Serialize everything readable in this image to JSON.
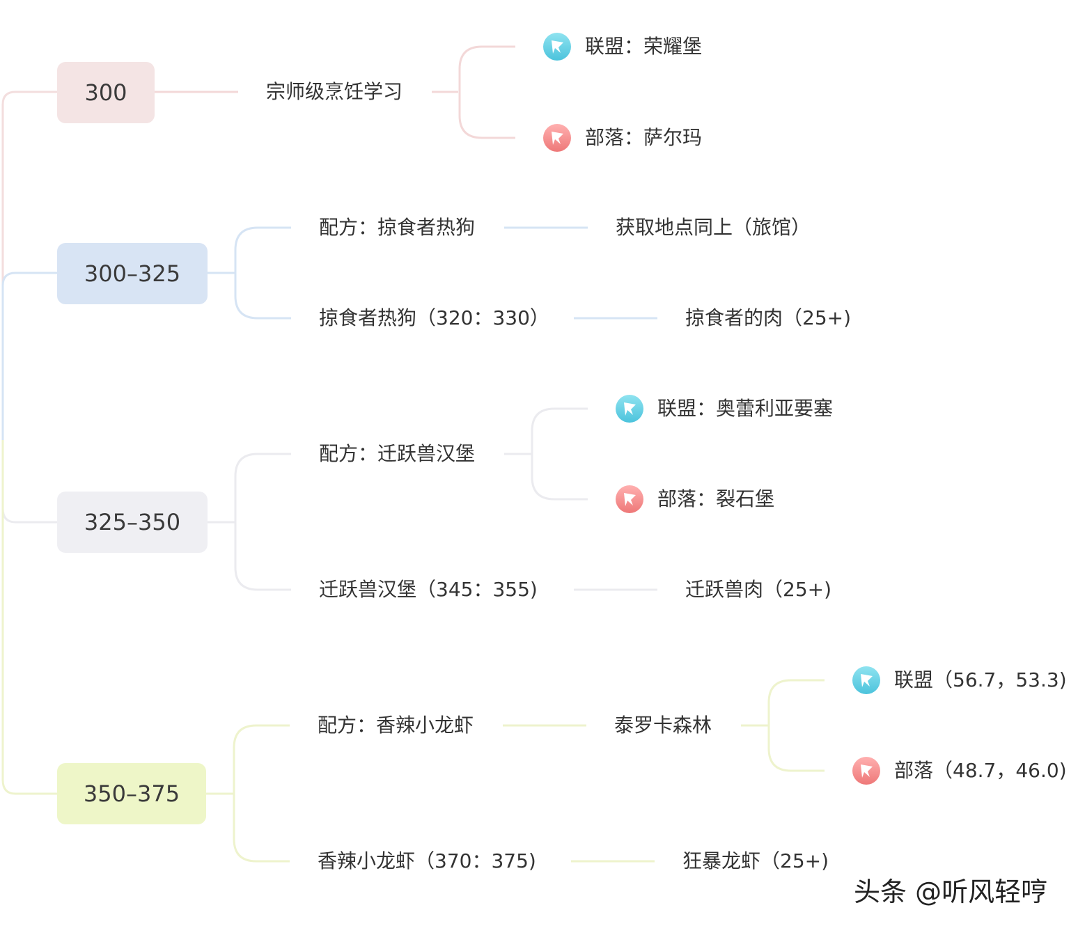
{
  "colors": {
    "pink": "#f4e4e4",
    "pink_line": "#f3d8d8",
    "blue": "#d8e4f4",
    "blue_line": "#d6e4f4",
    "gray": "#efeff3",
    "gray_line": "#ebebef",
    "yellow": "#eef6c8",
    "yellow_line": "#eef3cd",
    "alliance_icon": "#5fd0e6",
    "horde_icon": "#f28a8a"
  },
  "levels": [
    {
      "label": "300",
      "learn": "宗师级烹饪学习",
      "alliance": "联盟：荣耀堡",
      "horde": "部落：萨尔玛"
    },
    {
      "label": "300–325",
      "recipe": "配方：掠食者热狗",
      "recipe_source": "获取地点同上（旅馆）",
      "dish": "掠食者热狗（320：330）",
      "material": "掠食者的肉（25+)"
    },
    {
      "label": "325–350",
      "recipe": "配方：迁跃兽汉堡",
      "alliance": "联盟：奥蕾利亚要塞",
      "horde": "部落：裂石堡",
      "dish": "迁跃兽汉堡（345：355)",
      "material": "迁跃兽肉（25+)"
    },
    {
      "label": "350–375",
      "recipe": "配方：香辣小龙虾",
      "recipe_source": "泰罗卡森林",
      "alliance": "联盟（56.7，53.3)",
      "horde": "部落（48.7，46.0)",
      "dish": "香辣小龙虾（370：375)",
      "material": "狂暴龙虾（25+)"
    }
  ],
  "watermark": "头条 @听风轻哼"
}
